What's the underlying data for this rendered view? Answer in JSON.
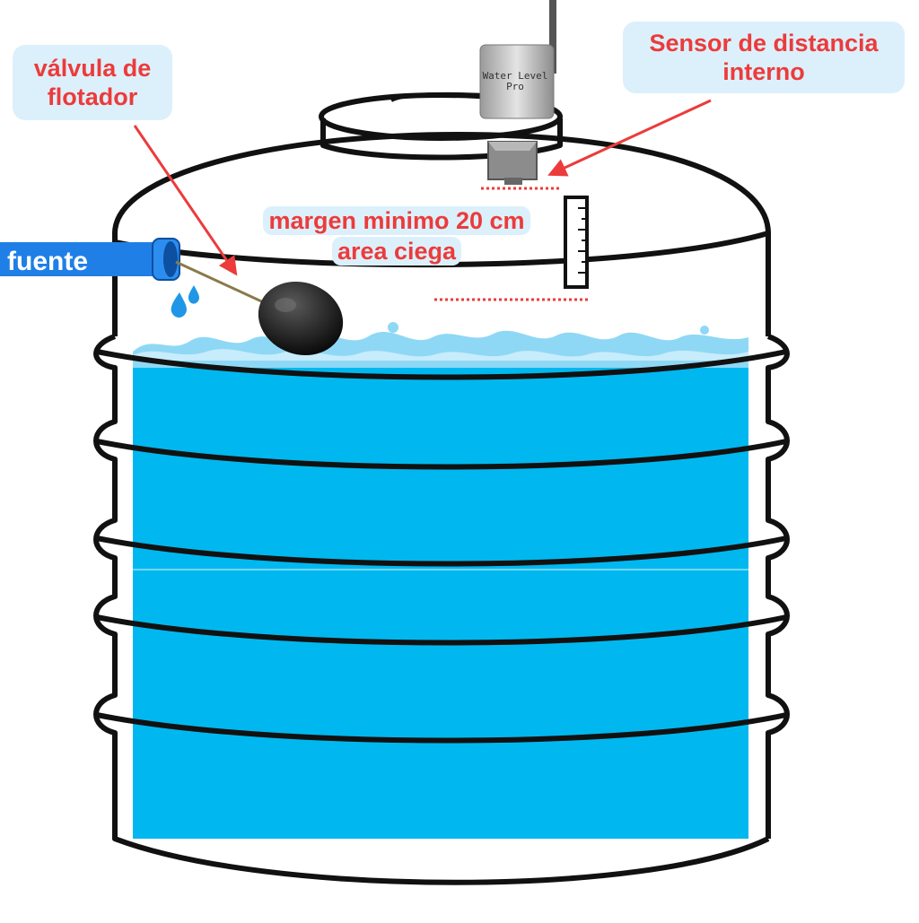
{
  "labels": {
    "float_valve": [
      "válvula de",
      "flotador"
    ],
    "sensor": [
      "Sensor de distancia",
      "interno"
    ],
    "margin": [
      "margen minimo 20 cm",
      "area ciega"
    ],
    "source": "fuente"
  },
  "sensor_device": {
    "text_lines": [
      "Water Level",
      "Pro"
    ]
  },
  "colors": {
    "water": "#00b8ef",
    "water_surface": "#8fd8f5",
    "label_bg": "#dcf0fb",
    "label_text": "#ec3b3b",
    "pipe": "#1f7fe6",
    "outline": "#111111"
  },
  "icons": [
    "water-drop-icon",
    "ruler-icon",
    "antenna-icon"
  ]
}
